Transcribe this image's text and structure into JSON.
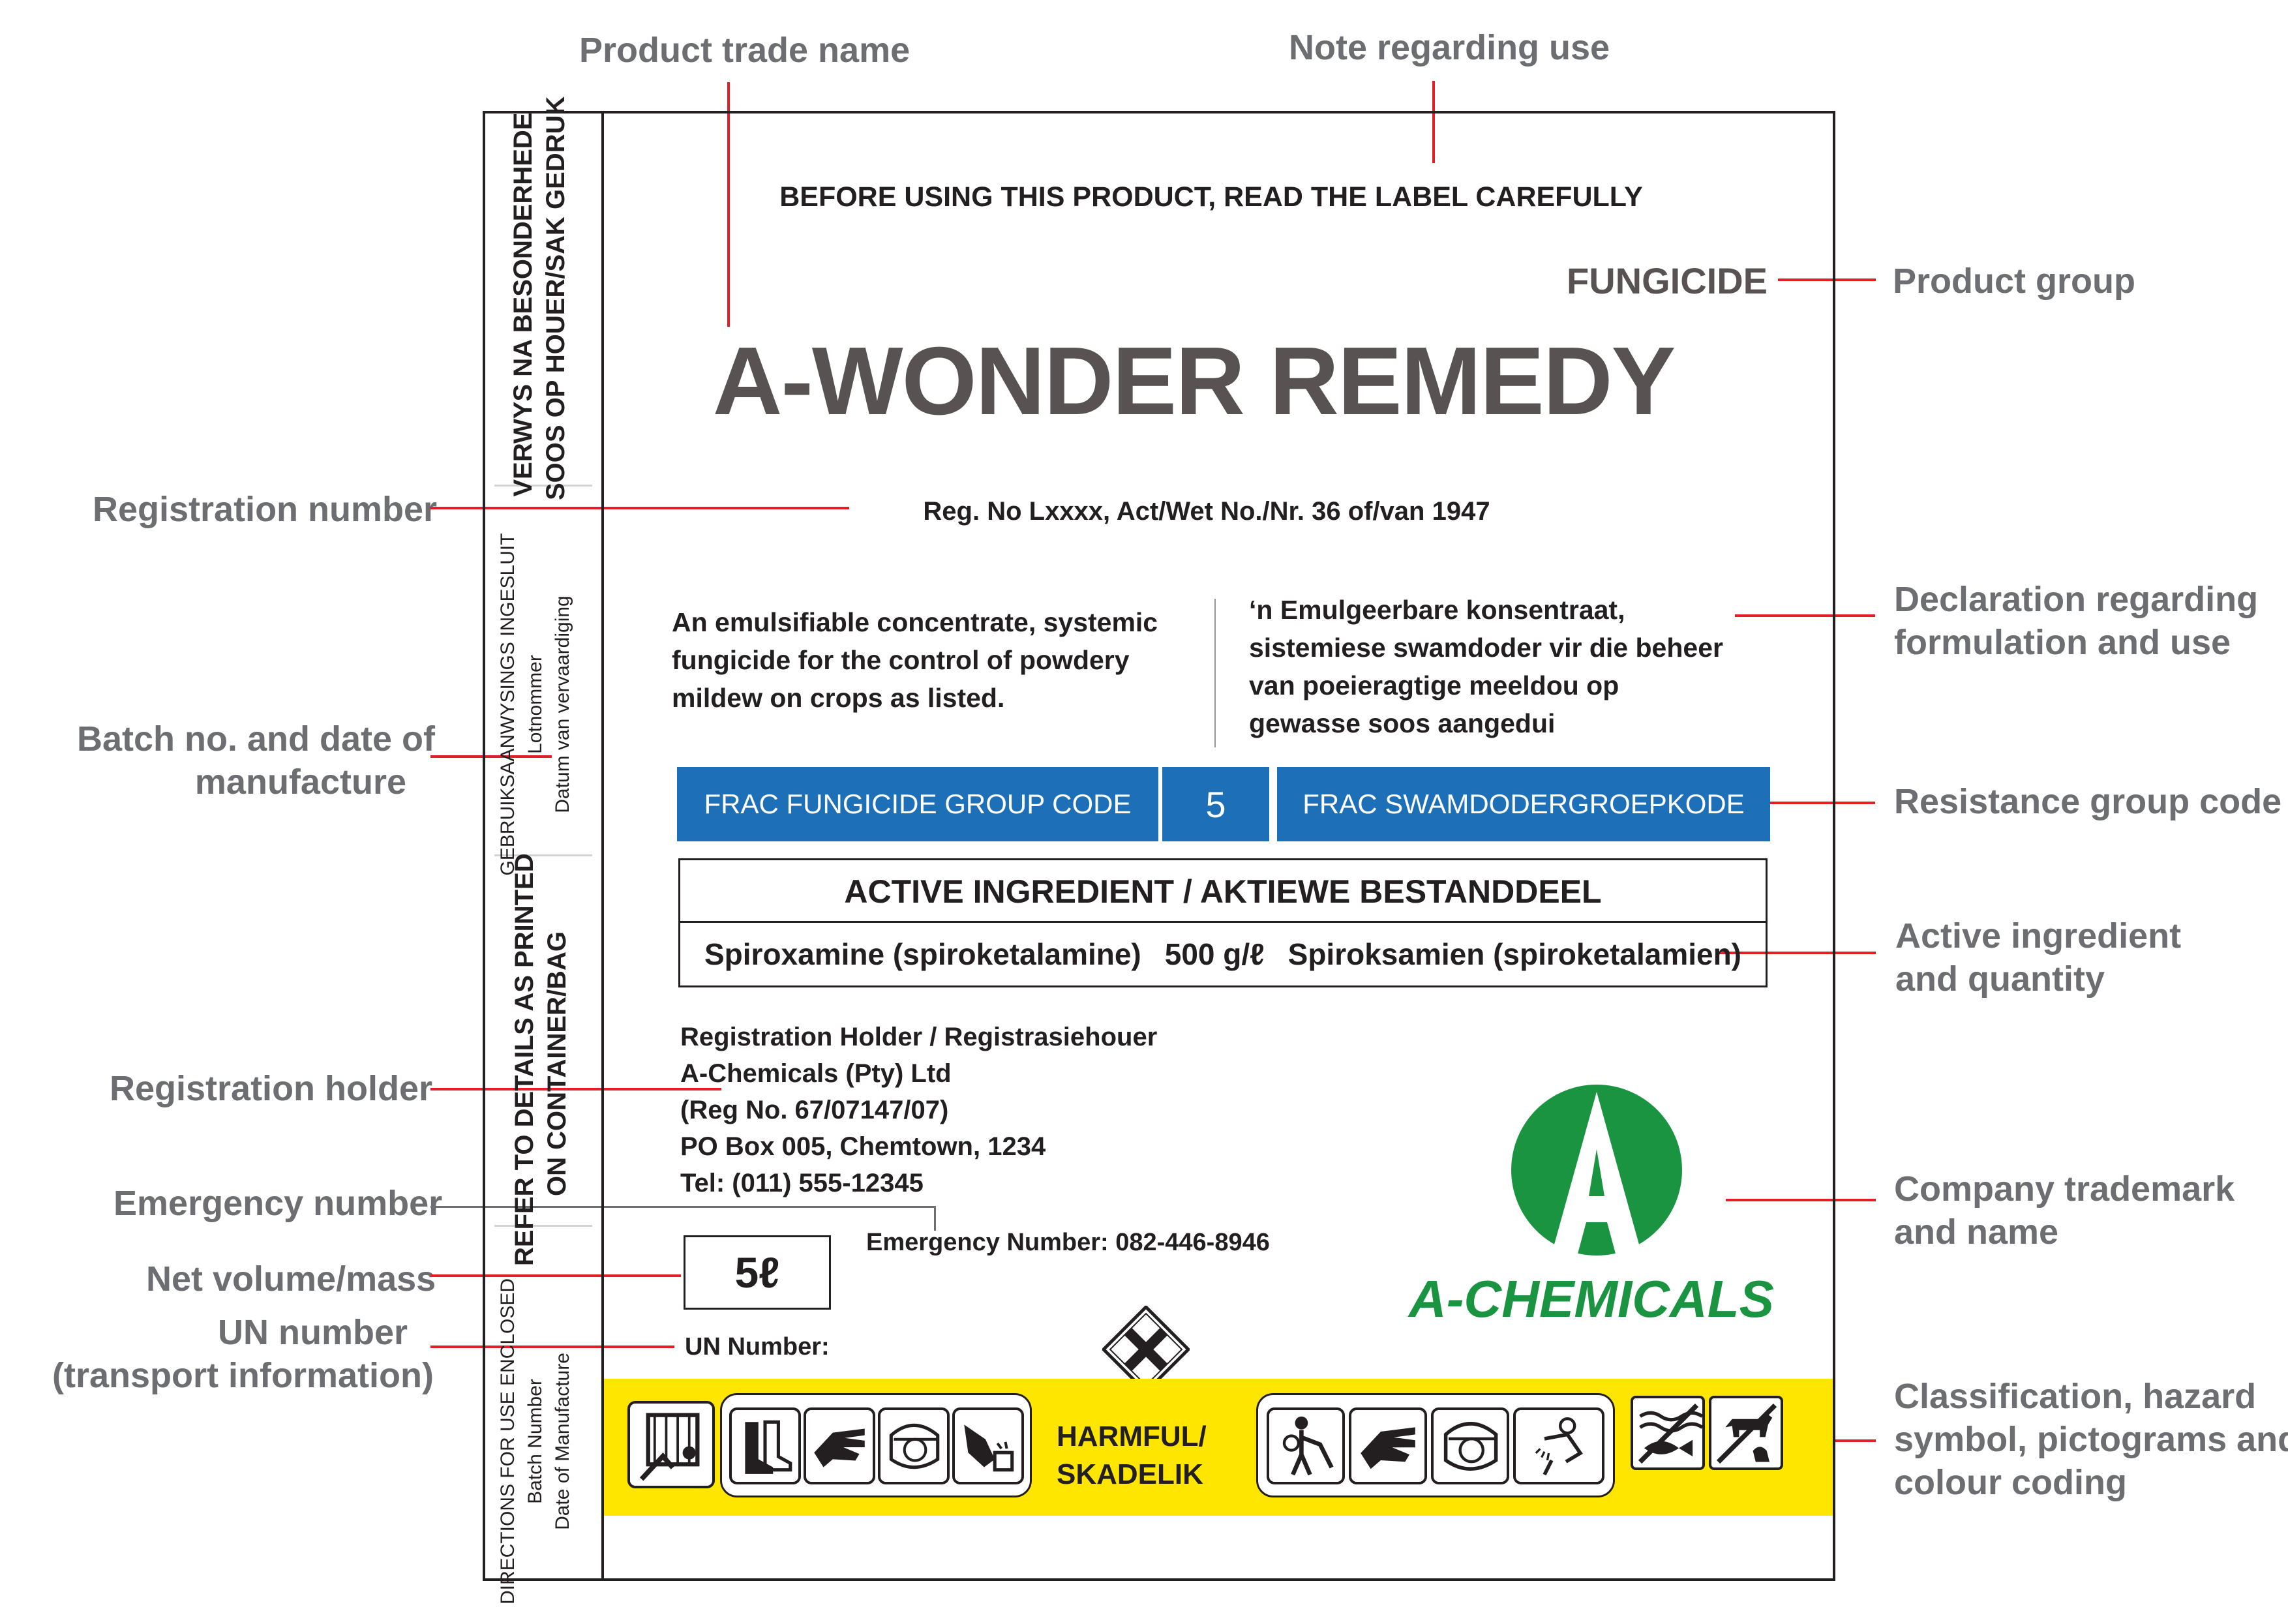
{
  "callouts": {
    "product_trade_name": "Product trade name",
    "note_regarding_use": "Note regarding use",
    "product_group": "Product group",
    "registration_number": "Registration number",
    "declaration": [
      "Declaration regarding",
      "formulation and use"
    ],
    "batch": [
      "Batch no. and date of",
      "manufacture"
    ],
    "resistance": "Resistance group code",
    "active_ingredient": [
      "Active ingredient",
      "and quantity"
    ],
    "registration_holder": "Registration holder",
    "company_trademark": [
      "Company trademark",
      "and name"
    ],
    "emergency_number": "Emergency number",
    "net_volume": "Net volume/mass",
    "un_number": [
      "UN number",
      "(transport information)"
    ],
    "classification": [
      "Classification, hazard",
      "symbol, pictograms and",
      "colour coding"
    ]
  },
  "side_strip": {
    "top": [
      "VERWYS NA BESONDERHEDE",
      "SOOS OP HOUER/SAK GEDRUK"
    ],
    "upper_mid": [
      "GEBRUIKSAANWYSINGS INGESLUIT",
      "Lotnommer",
      "Datum van vervaardiging"
    ],
    "lower_mid": [
      "REFER TO DETAILS AS PRINTED",
      "ON CONTAINER/BAG"
    ],
    "bottom": [
      "DIRECTIONS FOR USE ENCLOSED",
      "Batch Number",
      "Date of Manufacture"
    ]
  },
  "label": {
    "read_note": "BEFORE USING THIS PRODUCT, READ THE LABEL CAREFULLY",
    "product_group": "FUNGICIDE",
    "product_name": "A-WONDER REMEDY",
    "registration": "Reg. No Lxxxx, Act/Wet No./Nr. 36 of/van 1947",
    "declaration_en": [
      "An emulsifiable concentrate, systemic",
      "fungicide for the control of powdery",
      "mildew on crops as listed."
    ],
    "declaration_af": [
      "‘n Emulgeerbare konsentraat,",
      "sistemiese swamdoder vir die beheer",
      "van poeieragtige meeldou op",
      "gewasse soos aangedui"
    ],
    "frac_left": "FRAC FUNGICIDE GROUP CODE",
    "frac_code": "5",
    "frac_right": "FRAC SWAMDODERGROEPKODE",
    "ai_header": "ACTIVE INGREDIENT / AKTIEWE BESTANDDEEL",
    "ai_en": "Spiroxamine (spiroketalamine)",
    "ai_qty": "500 g/ℓ",
    "ai_af": "Spiroksamien (spiroketalamien)",
    "holder": [
      "Registration Holder / Registrasiehouer",
      "A-Chemicals (Pty) Ltd",
      "(Reg No.  67/07147/07)",
      "PO Box 005, Chemtown, 1234",
      "Tel: (011) 555-12345"
    ],
    "emergency": "Emergency Number: 082-446-8946",
    "net_volume": "5ℓ",
    "un_number": "UN Number:",
    "company_name": "A-CHEMICALS",
    "logo_letter": "A",
    "hazard_word": [
      "HARMFUL/",
      "SKADELIK"
    ]
  },
  "colors": {
    "callout_text": "#6d6e71",
    "leader_line": "#e31e24",
    "product_name": "#595253",
    "frac_blue": "#1d6fb8",
    "brand_green": "#1a9441",
    "hazard_yellow": "#ffe600"
  },
  "icons": [
    "store-locked-icon",
    "boots-icon",
    "gloves-icon",
    "face-shield-icon",
    "wash-hands-icon",
    "spray-operator-icon",
    "gloves-icon",
    "face-shield-icon",
    "wash-icon",
    "fish-hazard-icon",
    "livestock-hazard-icon",
    "harmful-x-icon"
  ]
}
